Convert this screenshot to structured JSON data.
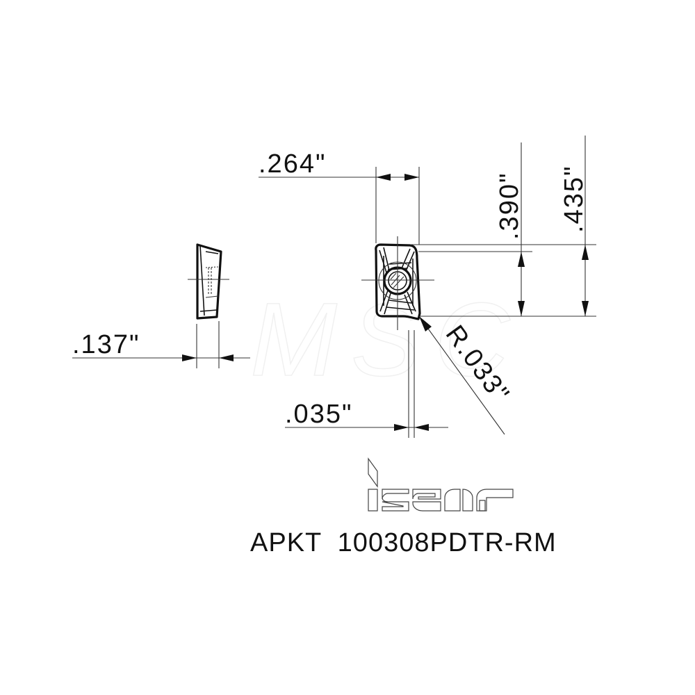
{
  "drawing": {
    "watermark": "MSC",
    "part_number": "APKT  100308PDTR-RM",
    "brand_logo": "iscar",
    "dimensions": {
      "width": ".264\"",
      "length_inner": ".390\"",
      "length_overall": ".435\"",
      "thickness": ".137\"",
      "land_width": ".035\"",
      "corner_radius": "R.033\""
    },
    "views": [
      "side-view",
      "top-view"
    ],
    "colors": {
      "line": "#111111",
      "background": "#ffffff",
      "watermark": "#f0f0f0"
    }
  }
}
